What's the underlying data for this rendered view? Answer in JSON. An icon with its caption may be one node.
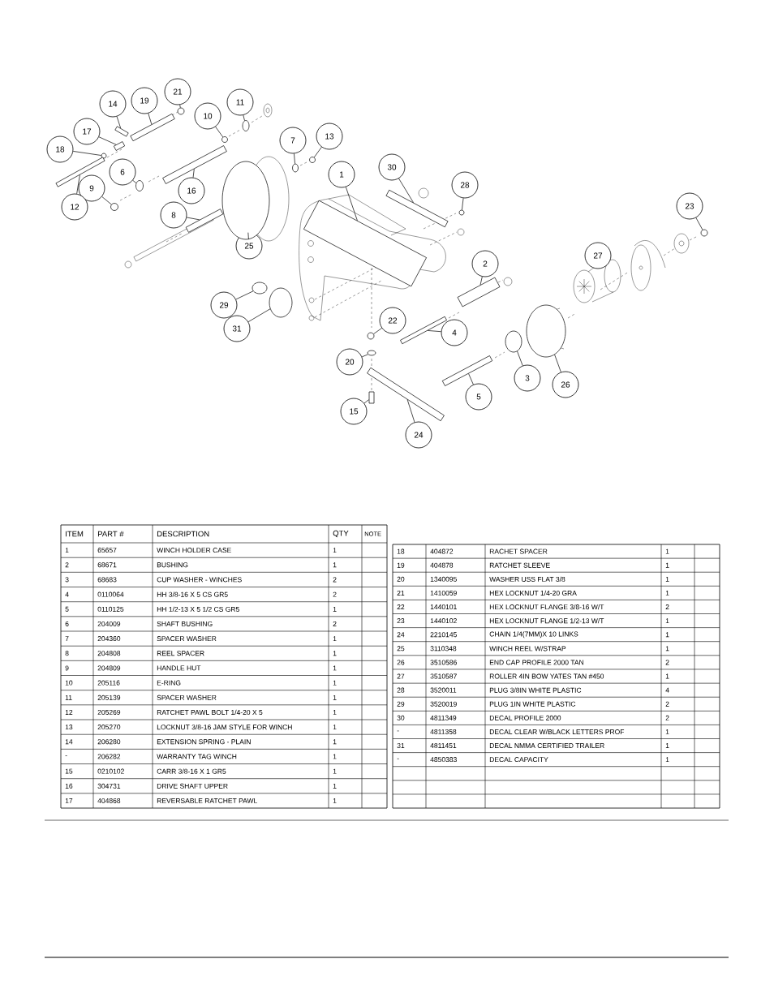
{
  "diagram": {
    "nodes": [
      {
        "text": [
          "21"
        ]
      },
      {
        "text": [],
        "shape": "circle"
      },
      {
        "text": [
          "14"
        ]
      },
      {
        "text": [],
        "shape": "box"
      },
      {
        "text": [
          "19"
        ]
      },
      {
        "text": [],
        "shape": "box"
      },
      {
        "text": [
          "11"
        ]
      },
      {
        "text": [],
        "shape": "ellipse"
      },
      {
        "text": [
          "10"
        ]
      },
      {
        "text": [],
        "shape": "circle"
      },
      {
        "text": [
          "17"
        ]
      },
      {
        "text": [],
        "shape": "box"
      },
      {
        "text": [
          "18"
        ]
      },
      {
        "text": [],
        "shape": "circle"
      },
      {
        "text": [
          "7"
        ]
      },
      {
        "text": [],
        "shape": "ellipse"
      },
      {
        "text": [
          "13"
        ]
      },
      {
        "text": [],
        "shape": "circle"
      },
      {
        "text": [
          "6"
        ]
      },
      {
        "text": [],
        "shape": "ellipse"
      },
      {
        "text": [
          "16"
        ]
      },
      {
        "text": [],
        "shape": "box"
      },
      {
        "text": [
          "9"
        ]
      },
      {
        "text": [],
        "shape": "circle"
      },
      {
        "text": [
          "12"
        ]
      },
      {
        "text": [],
        "shape": "box"
      },
      {
        "text": [
          "30"
        ]
      },
      {
        "text": [],
        "shape": "box"
      },
      {
        "text": [
          "1"
        ]
      },
      {
        "text": [],
        "shape": "box"
      },
      {
        "text": [
          "28"
        ]
      },
      {
        "text": [],
        "shape": "circle"
      },
      {
        "text": [
          "8"
        ]
      },
      {
        "text": [],
        "shape": "box"
      },
      {
        "text": [
          "25"
        ]
      },
      {
        "text": [],
        "shape": "ellipse"
      },
      {
        "text": [
          "23"
        ]
      },
      {
        "text": [],
        "shape": "circle"
      },
      {
        "text": [
          "27"
        ]
      },
      {
        "text": [
          "2"
        ]
      },
      {
        "text": [],
        "shape": "box"
      },
      {
        "text": [
          "29"
        ]
      },
      {
        "text": [],
        "shape": "ellipse"
      },
      {
        "text": [
          "31"
        ]
      },
      {
        "text": [],
        "shape": "ellipse"
      },
      {
        "text": [
          "22"
        ]
      },
      {
        "text": [],
        "shape": "circle"
      },
      {
        "text": [
          "4"
        ]
      },
      {
        "text": [],
        "shape": "box"
      },
      {
        "text": [
          "20"
        ]
      },
      {
        "text": [],
        "shape": "ellipse"
      },
      {
        "text": [
          "3"
        ]
      },
      {
        "text": [],
        "shape": "ellipse"
      },
      {
        "text": [
          "26"
        ]
      },
      {
        "text": [],
        "shape": "ellipse"
      },
      {
        "text": [
          "5"
        ]
      },
      {
        "text": [],
        "shape": "box"
      },
      {
        "text": [
          "15"
        ]
      },
      {
        "text": [],
        "shape": "box"
      },
      {
        "text": [
          "24"
        ]
      },
      {
        "text": [],
        "shape": "box"
      }
    ],
    "edges": [
      {
        "from": 0,
        "to": 1,
        "arrow": "none"
      },
      {
        "from": 2,
        "to": 3,
        "arrow": "none"
      },
      {
        "from": 4,
        "to": 5,
        "arrow": "none"
      },
      {
        "from": 6,
        "to": 7,
        "arrow": "none"
      },
      {
        "from": 8,
        "to": 9,
        "arrow": "none"
      },
      {
        "from": 10,
        "to": 11,
        "arrow": "none"
      },
      {
        "from": 12,
        "to": 13,
        "arrow": "none"
      },
      {
        "from": 14,
        "to": 15,
        "arrow": "none"
      },
      {
        "from": 16,
        "to": 17,
        "arrow": "none"
      },
      {
        "from": 18,
        "to": 19,
        "arrow": "none"
      },
      {
        "from": 20,
        "to": 21,
        "arrow": "none"
      },
      {
        "from": 22,
        "to": 23,
        "arrow": "none"
      },
      {
        "from": 24,
        "to": 25,
        "arrow": "none"
      },
      {
        "from": 26,
        "to": 27,
        "arrow": "none"
      },
      {
        "from": 28,
        "to": 29,
        "arrow": "none"
      },
      {
        "from": 30,
        "to": 31,
        "arrow": "none"
      },
      {
        "from": 32,
        "to": 33,
        "arrow": "none"
      },
      {
        "from": 34,
        "to": 35,
        "arrow": "none"
      },
      {
        "from": 36,
        "to": 37,
        "arrow": "none"
      },
      {
        "from": 39,
        "to": 40,
        "arrow": "none"
      },
      {
        "from": 41,
        "to": 42,
        "arrow": "none"
      },
      {
        "from": 43,
        "to": 44,
        "arrow": "none"
      },
      {
        "from": 45,
        "to": 46,
        "arrow": "none"
      },
      {
        "from": 47,
        "to": 48,
        "arrow": "none"
      },
      {
        "from": 49,
        "to": 50,
        "arrow": "none"
      },
      {
        "from": 51,
        "to": 52,
        "arrow": "none"
      },
      {
        "from": 53,
        "to": 54,
        "arrow": "none"
      },
      {
        "from": 55,
        "to": 56,
        "arrow": "none"
      },
      {
        "from": 57,
        "to": 58,
        "arrow": "none"
      },
      {
        "from": 59,
        "to": 60,
        "arrow": "none"
      }
    ],
    "labels": [
      "ITEM",
      "PART #",
      "DESCRIPTION",
      "QTY",
      "NOTE",
      "1",
      "65657",
      "WINCH HOLDER CASE",
      "1",
      "2",
      "68671",
      "BUSHING",
      "1",
      "3",
      "68683",
      "CUP WASHER - WINCHES",
      "2",
      "4",
      "0110064",
      "HH 3/8-16 X 5 CS GR5",
      "2",
      "5",
      "0110125",
      "HH 1/2-13 X 5 1/2 CS GR5",
      "1",
      "6",
      "204009",
      "SHAFT BUSHING",
      "2",
      "7",
      "204360",
      "SPACER WASHER",
      "1",
      "8",
      "204808",
      "REEL SPACER",
      "1",
      "9",
      "204809",
      "HANDLE HUT",
      "1",
      "10",
      "205116",
      "E-RING",
      "1",
      "11",
      "205139",
      "SPACER WASHER",
      "1",
      "12",
      "205269",
      "RATCHET PAWL BOLT 1/4-20 X 5",
      "1",
      "13",
      "205270",
      "LOCKNUT 3/8-16 JAM STYLE FOR WINCH",
      "1",
      "14",
      "206280",
      "EXTENSION SPRING - PLAIN",
      "1",
      "-",
      "206282",
      "WARRANTY TAG WINCH",
      "1",
      "15",
      "0210102",
      "CARR 3/8-16 X 1 GR5",
      "1",
      "16",
      "304731",
      "DRIVE SHAFT UPPER",
      "1",
      "17",
      "404868",
      "REVERSABLE RATCHET PAWL",
      "1",
      "18",
      "404872",
      "RACHET SPACER",
      "1",
      "19",
      "404878",
      "RATCHET SLEEVE",
      "1",
      "20",
      "1340095",
      "WASHER USS FLAT 3/8",
      "1",
      "21",
      "1410059",
      "HEX LOCKNUT 1/4-20 GRA",
      "1",
      "22",
      "1440101",
      "HEX LOCKNUT FLANGE 3/8-16 W/T",
      "2",
      "23",
      "1440102",
      "HEX LOCKNUT FLANGE 1/2-13 W/T",
      "1",
      "24",
      "2210145",
      "CHAIN 1/4(7MM)X 10 LINKS",
      "1",
      "25",
      "3110348",
      "WINCH REEL W/STRAP",
      "1",
      "26",
      "3510586",
      "END CAP PROFILE 2000 TAN",
      "2",
      "27",
      "3510587",
      "ROLLER 4IN BOW YATES TAN #450",
      "1",
      "28",
      "3520011",
      "PLUG 3/8IN WHITE PLASTIC",
      "4",
      "29",
      "3520019",
      "PLUG 1IN WHITE PLASTIC",
      "2",
      "30",
      "4811349",
      "DECAL PROFILE 2000",
      "2",
      "-",
      "4811358",
      "DECAL CLEAR W/BLACK LETTERS PROF",
      "1",
      "31",
      "4811451",
      "DECAL NMMA CERTIFIED TRAILER",
      "1",
      "-",
      "4850383",
      "DECAL CAPACITY",
      "1"
    ]
  }
}
